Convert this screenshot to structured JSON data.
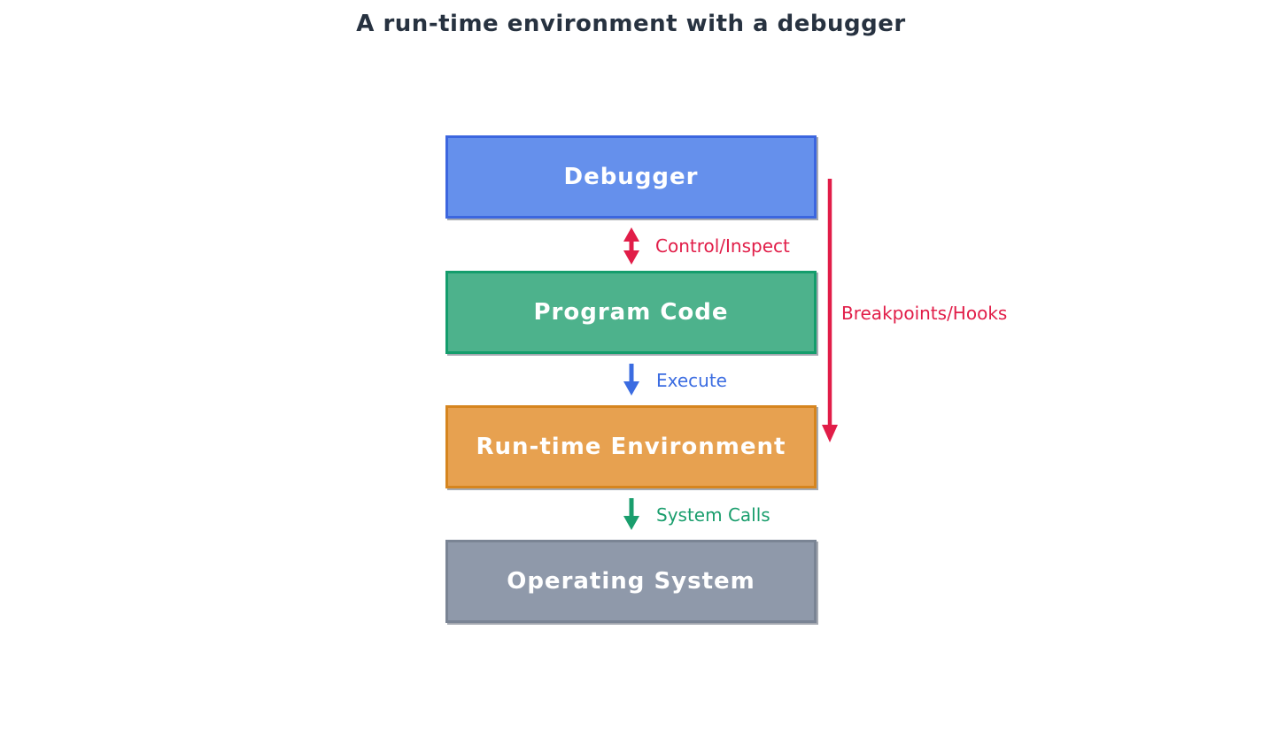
{
  "title": {
    "text": "A run-time environment with a debugger",
    "color": "#273240"
  },
  "boxes": {
    "debugger": {
      "label": "Debugger",
      "fill": "#6590EC",
      "border": "#3C66DF",
      "text_color": "#FFFFFF"
    },
    "program_code": {
      "label": "Program Code",
      "fill": "#4DB28C",
      "border": "#149D6C",
      "text_color": "#FFFFFF"
    },
    "runtime_environment": {
      "label": "Run-time Environment",
      "fill": "#E7A150",
      "border": "#D6851F",
      "text_color": "#FFFFFF"
    },
    "operating_system": {
      "label": "Operating System",
      "fill": "#8F99AA",
      "border": "#7A8494",
      "text_color": "#FFFFFF"
    }
  },
  "connectors": {
    "control_inspect": {
      "label": "Control/Inspect",
      "color": "#E11D48",
      "style": "double-headed-vertical"
    },
    "execute": {
      "label": "Execute",
      "color": "#3B6CE1",
      "style": "down-arrow"
    },
    "system_calls": {
      "label": "System Calls",
      "color": "#1A9E6D",
      "style": "down-arrow"
    },
    "breakpoints_hooks": {
      "label": "Breakpoints/Hooks",
      "color": "#E11D48",
      "style": "long-down-arrow"
    }
  }
}
